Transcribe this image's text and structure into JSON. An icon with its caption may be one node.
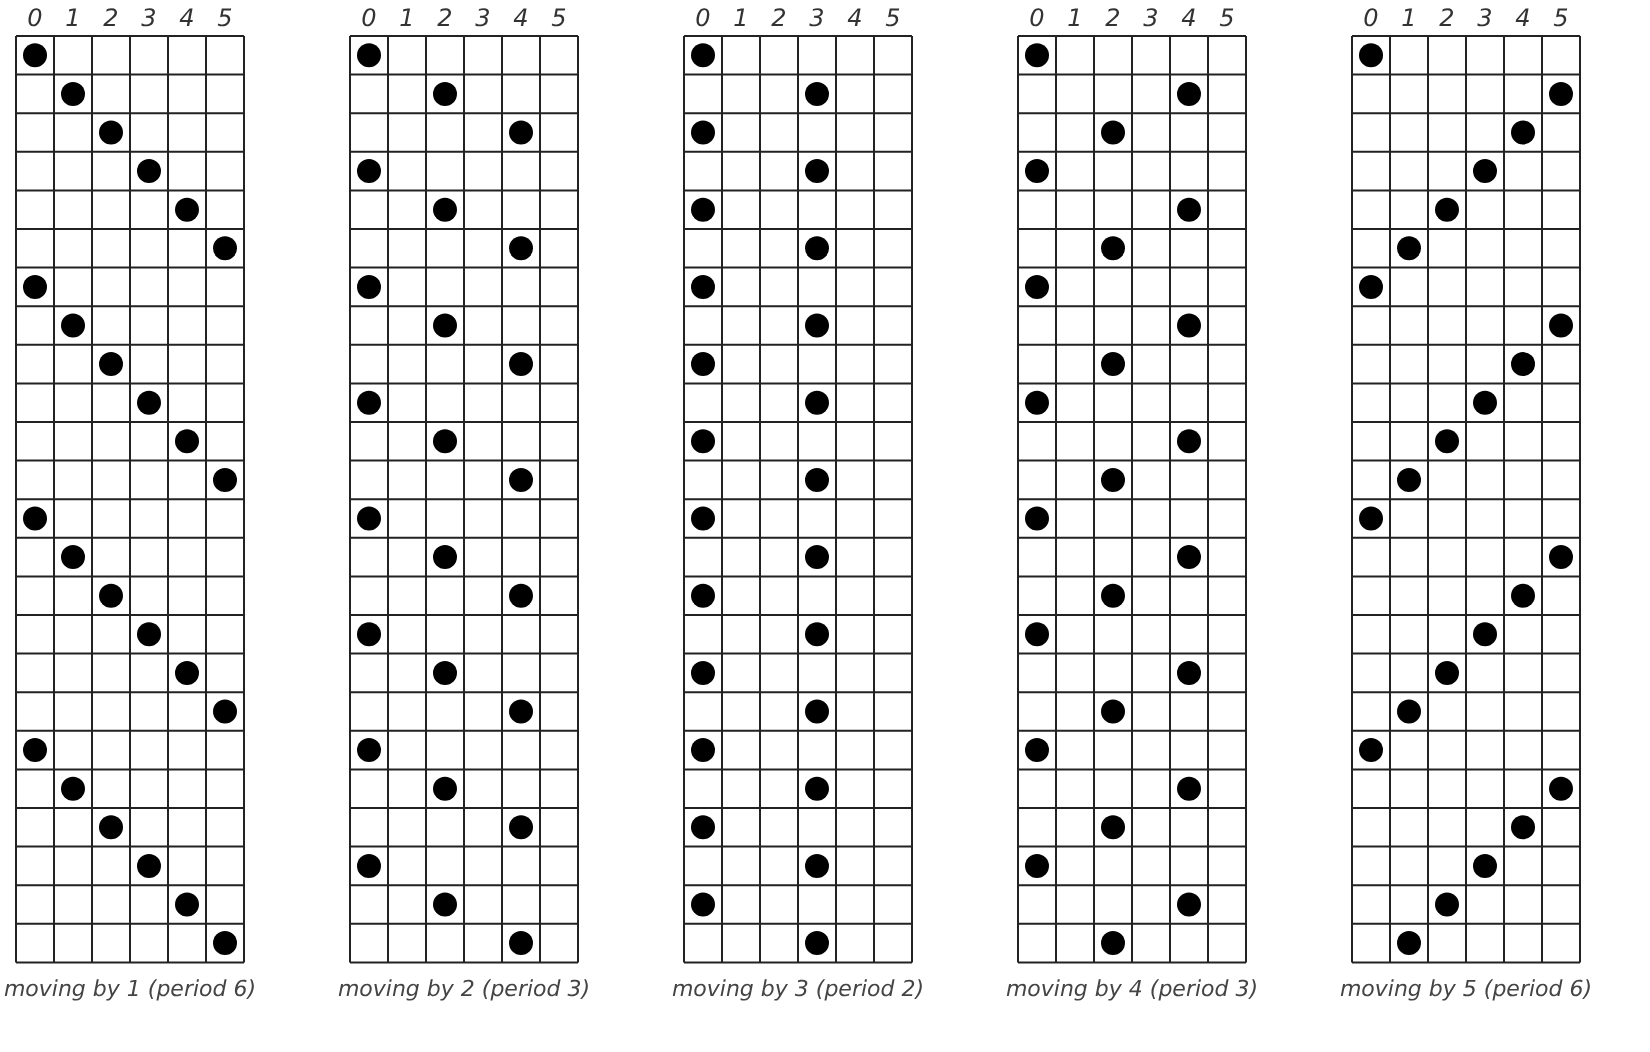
{
  "diagram": {
    "labels": [
      "0",
      "1",
      "2",
      "3",
      "4",
      "5",
      "0",
      "1",
      "2",
      "3",
      "4",
      "5",
      "0",
      "1",
      "2",
      "3",
      "4",
      "5",
      "0",
      "1",
      "2",
      "3",
      "4",
      "5",
      "0",
      "1",
      "2",
      "3",
      "4",
      "5",
      "moving by 1 (period 6)",
      "moving by 2 (period 3)",
      "moving by 3 (period 2)",
      "moving by 4 (period 3)",
      "moving by 5 (period 6)"
    ]
  }
}
